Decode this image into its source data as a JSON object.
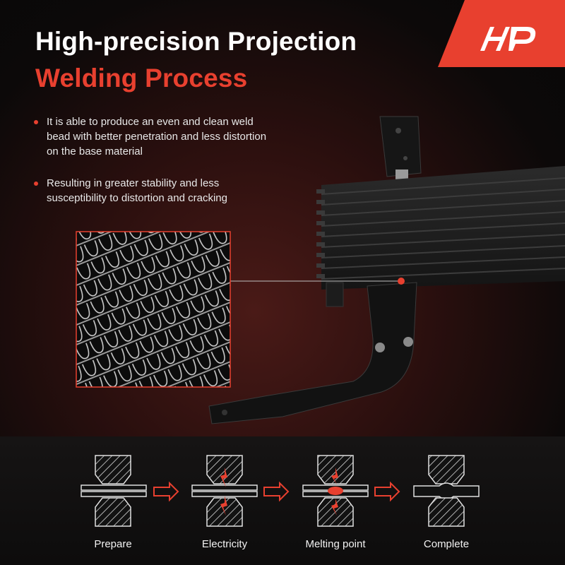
{
  "header": {
    "title_line1": "High-precision Projection",
    "title_line2": "Welding Process"
  },
  "bullets": [
    {
      "text": "It is able to produce an even and clean weld bead with better penetration and less distortion on the base material"
    },
    {
      "text": "Resulting in greater stability and less susceptibility to distortion and cracking"
    }
  ],
  "process_steps": [
    {
      "label": "Prepare"
    },
    {
      "label": "Electricity"
    },
    {
      "label": "Melting point"
    },
    {
      "label": "Complete"
    }
  ],
  "colors": {
    "accent": "#e8402f",
    "text": "#ffffff"
  },
  "icons": {
    "logo": "a-premium-logo",
    "arrow": "arrow-right-icon"
  }
}
